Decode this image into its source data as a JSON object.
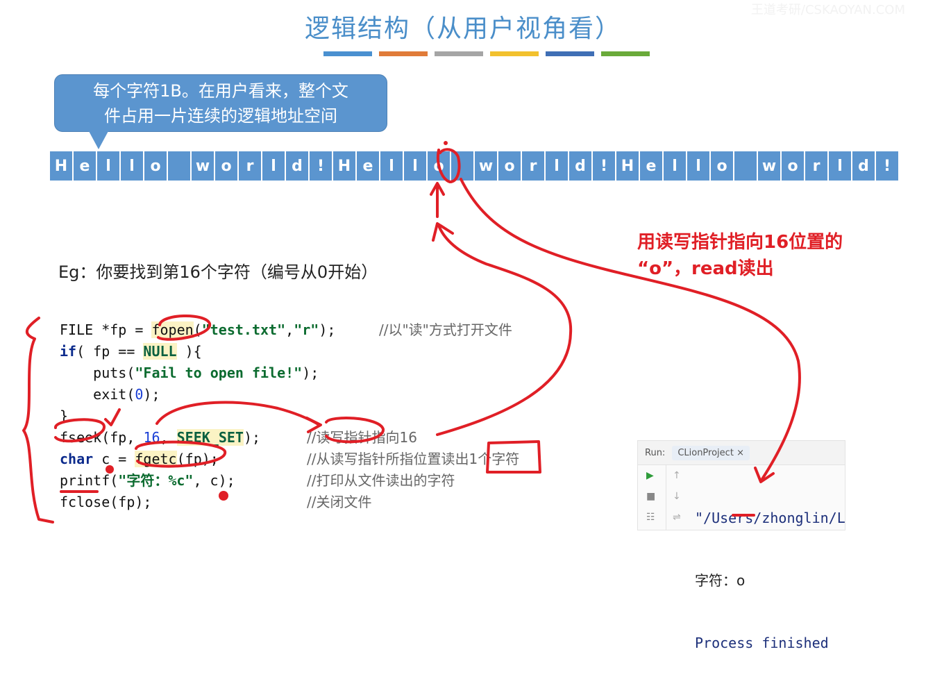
{
  "slide": {
    "title": "逻辑结构（从用户视角看）",
    "title_bar_colors": [
      "#4a90d0",
      "#e07b39",
      "#a5a5a5",
      "#f2c12e",
      "#3f6fb5",
      "#6aaa3a"
    ],
    "watermark": "王道考研/CSKAOYAN.COM"
  },
  "callout": {
    "line1": "每个字符1B。在用户看来，整个文",
    "line2": "件占用一片连续的逻辑地址空间"
  },
  "strip": {
    "cells": [
      "H",
      "e",
      "l",
      "l",
      "o",
      " ",
      "w",
      "o",
      "r",
      "l",
      "d",
      "!",
      "H",
      "e",
      "l",
      "l",
      "o",
      " ",
      "w",
      "o",
      "r",
      "l",
      "d",
      "!",
      "H",
      "e",
      "l",
      "l",
      "o",
      " ",
      "w",
      "o",
      "r",
      "l",
      "d",
      "!"
    ]
  },
  "example": {
    "text": "Eg：你要找到第16个字符（编号从0开始）"
  },
  "code": {
    "l1": {
      "a": "FILE *fp = ",
      "b": "fopen",
      "c": "(",
      "d": "\"test.txt\"",
      "e": ",",
      "f": "\"r\"",
      "g": ");",
      "comment": "//以\"读\"方式打开文件"
    },
    "l2": {
      "a": "if",
      "b": "( fp == ",
      "c": "NULL",
      "d": " ){"
    },
    "l3": {
      "a": "    puts(",
      "b": "\"Fail to open file!\"",
      "c": ");"
    },
    "l4": {
      "a": "    exit(",
      "b": "0",
      "c": ");"
    },
    "l5": {
      "a": "}"
    },
    "l6": {
      "a": "fseek",
      "b": "(fp, ",
      "c": "16",
      "d": ", ",
      "e": "SEEK_SET",
      "f": ");",
      "comment": "//读写指针指向16"
    },
    "l7": {
      "a": "char",
      "b": " c = ",
      "c": "fgetc",
      "d": "(fp);",
      "comment": "//从读写指针所指位置读出1个字符"
    },
    "l8": {
      "a": "printf(",
      "b": "\"字符：%c\"",
      "c": ", c);",
      "comment": "//打印从文件读出的字符"
    },
    "l9": {
      "a": "fclose(fp);",
      "comment": "//关闭文件"
    }
  },
  "annotation": {
    "line1": "用读写指针指向16位置的",
    "line2": "“o”，read读出"
  },
  "run_panel": {
    "label": "Run:",
    "tab": "CLionProject",
    "close": "×",
    "out1": "\"/Users/zhonglin/L",
    "out2": "字符：o",
    "out3": "Process finished"
  },
  "colors": {
    "accent": "#5b95cf",
    "ink": "#e01f26",
    "title": "#4a8ec9"
  }
}
